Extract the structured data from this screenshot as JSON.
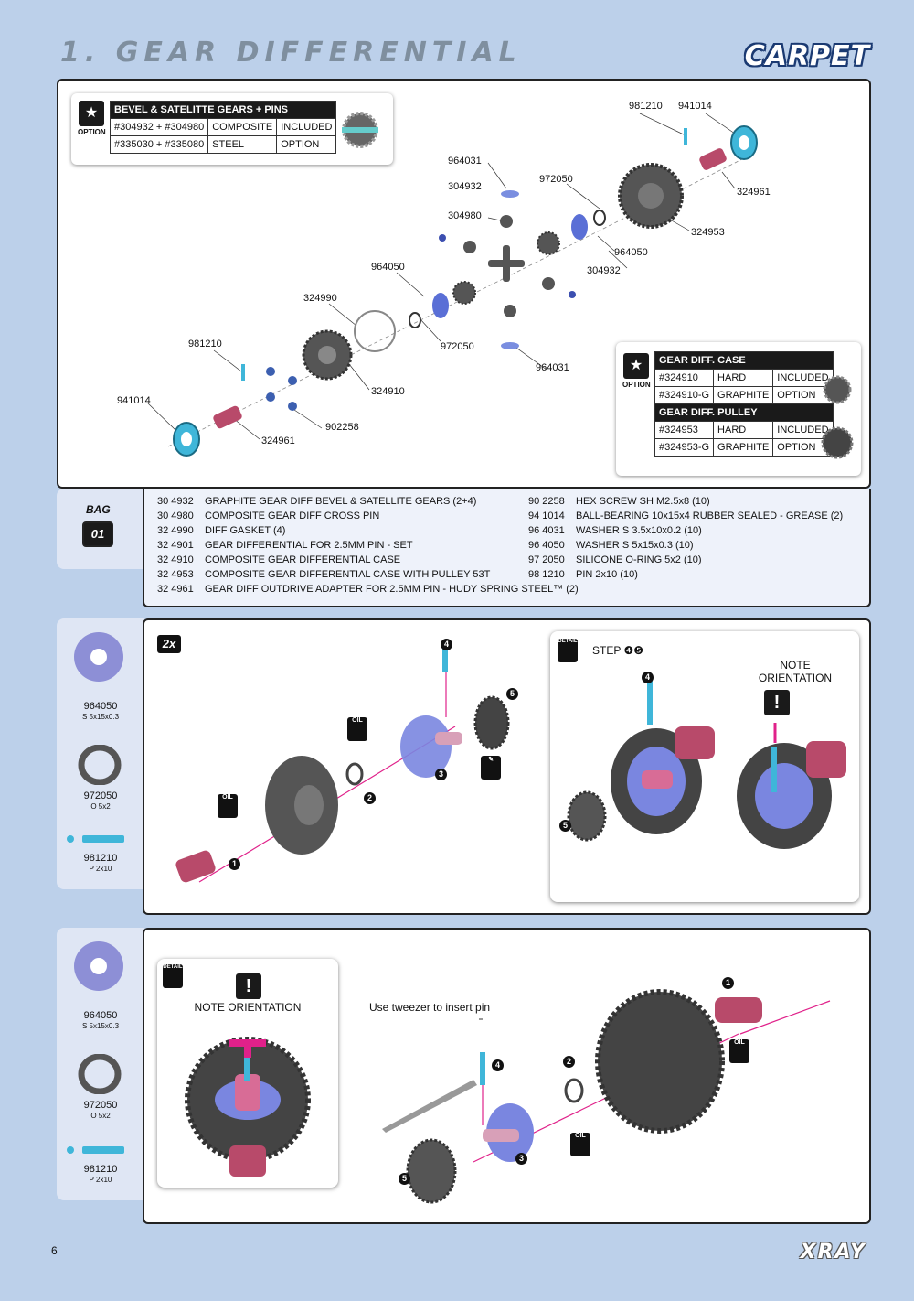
{
  "header": {
    "title": "1. GEAR DIFFERENTIAL",
    "surface": "CARPET"
  },
  "option_bevel": {
    "option_label": "OPTION",
    "header": "BEVEL & SATELITTE GEARS + PINS",
    "rows": [
      [
        "#304932 + #304980",
        "COMPOSITE",
        "INCLUDED"
      ],
      [
        "#335030 + #335080",
        "STEEL",
        "OPTION"
      ]
    ]
  },
  "option_case": {
    "option_label": "OPTION",
    "header1": "GEAR DIFF. CASE",
    "rows1": [
      [
        "#324910",
        "HARD",
        "INCLUDED"
      ],
      [
        "#324910-G",
        "GRAPHITE",
        "OPTION"
      ]
    ],
    "header2": "GEAR DIFF. PULLEY",
    "rows2": [
      [
        "#324953",
        "HARD",
        "INCLUDED"
      ],
      [
        "#324953-G",
        "GRAPHITE",
        "OPTION"
      ]
    ]
  },
  "exploded_labels": {
    "l981210a": "981210",
    "l941014a": "941014",
    "l964031a": "964031",
    "l304932a": "304932",
    "l972050a": "972050",
    "l324961a": "324961",
    "l304980": "304980",
    "l324953": "324953",
    "l964050a": "964050",
    "l304932b": "304932",
    "l964050b": "964050",
    "l324990": "324990",
    "l972050b": "972050",
    "l981210b": "981210",
    "l964031b": "964031",
    "l324910": "324910",
    "l941014b": "941014",
    "l902258": "902258",
    "l324961b": "324961"
  },
  "bag": {
    "label": "BAG",
    "number": "01"
  },
  "parts_left": [
    [
      "30 4932",
      "GRAPHITE GEAR DIFF BEVEL & SATELLITE GEARS (2+4)"
    ],
    [
      "30 4980",
      "COMPOSITE GEAR DIFF CROSS PIN"
    ],
    [
      "32 4990",
      "DIFF GASKET (4)"
    ],
    [
      "32 4901",
      "GEAR DIFFERENTIAL FOR 2.5MM PIN - SET"
    ],
    [
      "32 4910",
      "COMPOSITE GEAR DIFFERENTIAL CASE"
    ],
    [
      "32 4953",
      "COMPOSITE GEAR DIFFERENTIAL CASE WITH PULLEY 53T"
    ],
    [
      "32 4961",
      "GEAR DIFF OUTDRIVE ADAPTER FOR 2.5MM PIN - HUDY SPRING STEEL™ (2)"
    ]
  ],
  "parts_right": [
    [
      "90 2258",
      "HEX SCREW SH M2.5x8  (10)"
    ],
    [
      "94 1014",
      "BALL-BEARING 10x15x4 RUBBER SEALED - GREASE (2)"
    ],
    [
      "96 4031",
      "WASHER S 3.5x10x0.2  (10)"
    ],
    [
      "96 4050",
      "WASHER S 5x15x0.3  (10)"
    ],
    [
      "97 2050",
      "SILICONE O-RING 5x2  (10)"
    ],
    [
      "98 1210",
      "PIN 2x10  (10)"
    ]
  ],
  "step1_side": [
    {
      "code": "964050",
      "sub": "S 5x15x0.3"
    },
    {
      "code": "972050",
      "sub": "O 5x2"
    },
    {
      "code": "981210",
      "sub": "P 2x10"
    }
  ],
  "step1": {
    "multiplier": "2x",
    "detail_label": "DETAIL",
    "step_ref": "STEP ❹❺",
    "note_line1": "NOTE",
    "note_line2": "ORIENTATION",
    "oil": "OIL",
    "n1": "1",
    "n2": "2",
    "n3": "3",
    "n4": "4",
    "n5": "5"
  },
  "step2_side": [
    {
      "code": "964050",
      "sub": "S 5x15x0.3"
    },
    {
      "code": "972050",
      "sub": "O 5x2"
    },
    {
      "code": "981210",
      "sub": "P 2x10"
    }
  ],
  "step2": {
    "detail_label": "DETAIL",
    "note": "NOTE ORIENTATION",
    "tweezer": "Use tweezer to insert pin",
    "oil": "OIL",
    "n1": "1",
    "n2": "2",
    "n3": "3",
    "n4": "4",
    "n5": "5"
  },
  "footer": {
    "page": "6",
    "brand": "XRAY"
  },
  "colors": {
    "background": "#bcd0ea",
    "accent_magenta": "#e0218a",
    "part_blue": "#3fb6d9",
    "part_red": "#b84a6a"
  }
}
